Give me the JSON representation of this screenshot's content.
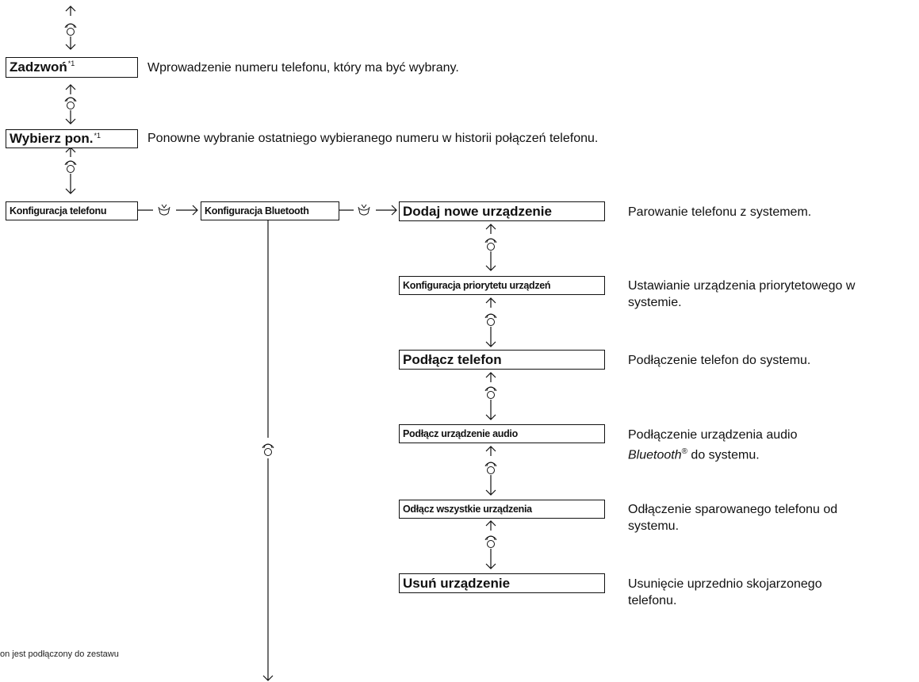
{
  "items": [
    {
      "label": "Zadzwoń",
      "sup": "*1",
      "desc": "Wprowadzenie numeru telefonu, który ma być wybrany."
    },
    {
      "label": "Wybierz pon.",
      "sup": "*1",
      "desc": "Ponowne wybranie ostatniego wybieranego numeru w historii połączeń telefonu."
    },
    {
      "label": "Konfiguracja telefonu"
    }
  ],
  "bluetooth_label": "Konfiguracja Bluetooth",
  "submenu": [
    {
      "label": "Dodaj nowe urządzenie",
      "desc": [
        "Parowanie telefonu z systemem."
      ]
    },
    {
      "label": "Konfiguracja priorytetu urządzeń",
      "desc": [
        "Ustawianie urządzenia priorytetowego w",
        "systemie."
      ]
    },
    {
      "label": "Podłącz telefon",
      "desc": [
        "Podłączenie telefon do systemu."
      ]
    },
    {
      "label": "Podłącz urządzenie audio",
      "desc": [
        "Podłączenie urządzenia audio",
        "Bluetooth",
        "®",
        " do systemu."
      ]
    },
    {
      "label": "Odłącz wszystkie urządzenia",
      "desc": [
        "Odłączenie sparowanego telefonu od",
        "systemu."
      ]
    },
    {
      "label": "Usuń urządzenie",
      "desc": [
        "Usunięcie uprzednio skojarzonego",
        "telefonu."
      ]
    }
  ],
  "footnote": "on jest podłączony do zestawu"
}
